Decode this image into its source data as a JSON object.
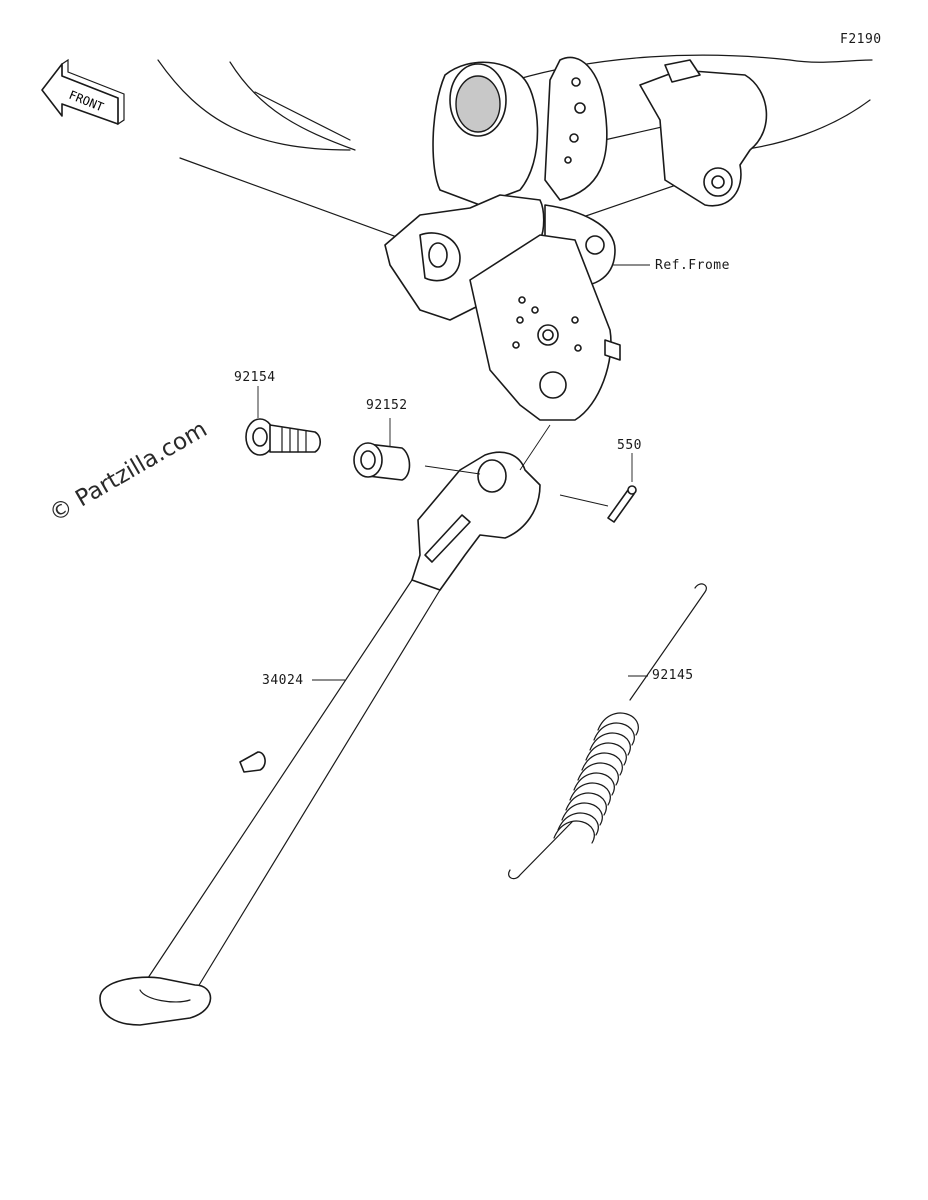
{
  "diagram": {
    "code": "F2190",
    "direction": "FRONT",
    "watermark": "© Partzilla.com",
    "reference": "Ref.Frome",
    "parts": [
      {
        "number": "92154",
        "name": "bolt"
      },
      {
        "number": "92152",
        "name": "collar"
      },
      {
        "number": "550",
        "name": "cotter-pin"
      },
      {
        "number": "34024",
        "name": "side-stand"
      },
      {
        "number": "92145",
        "name": "spring"
      }
    ]
  },
  "colors": {
    "line": "#1a1a1a",
    "background": "#ffffff",
    "shade": "#c8c8c8"
  }
}
